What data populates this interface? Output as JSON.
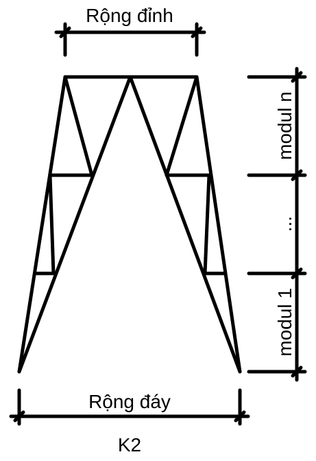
{
  "labels": {
    "top_width": "Rộng đỉnh",
    "bottom_width": "Rộng đáy",
    "module_n": "modul n",
    "module_ellipsis": "...",
    "module_1": "modul 1",
    "caption": "K2"
  },
  "colors": {
    "line": "#000000",
    "background": "#ffffff"
  }
}
